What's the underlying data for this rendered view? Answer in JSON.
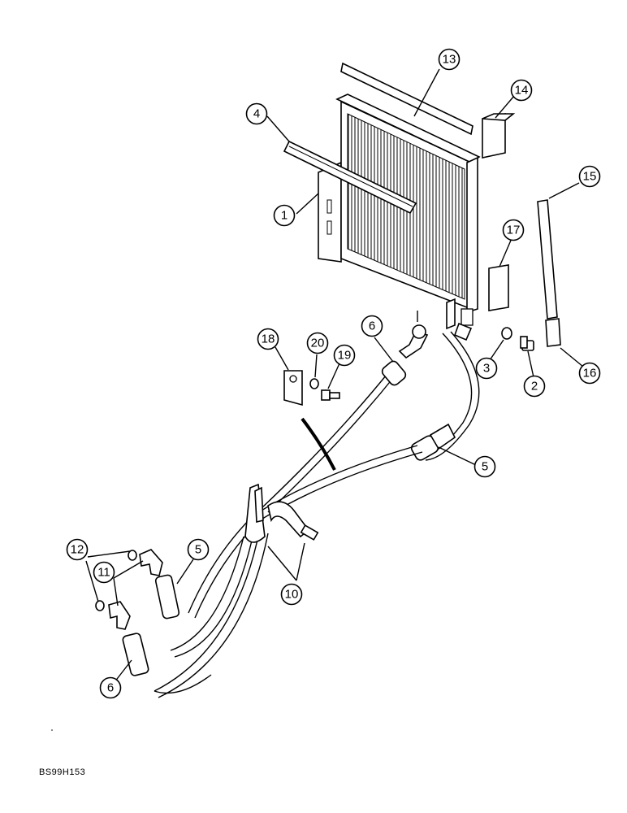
{
  "figure_code": "BS99H153",
  "callouts": [
    {
      "id": "c13",
      "label": "13",
      "part": "top-seal-strip"
    },
    {
      "id": "c14",
      "label": "14",
      "part": "foam-block"
    },
    {
      "id": "c4",
      "label": "4",
      "part": "side-seal-strip"
    },
    {
      "id": "c1",
      "label": "1",
      "part": "oil-cooler-core"
    },
    {
      "id": "c15",
      "label": "15",
      "part": "vertical-seal-strip"
    },
    {
      "id": "c17",
      "label": "17",
      "part": "foam-pad"
    },
    {
      "id": "c16",
      "label": "16",
      "part": "lower-seal-strip"
    },
    {
      "id": "c18",
      "label": "18",
      "part": "hose-clamp-bracket"
    },
    {
      "id": "c20",
      "label": "20",
      "part": "lock-washer"
    },
    {
      "id": "c19",
      "label": "19",
      "part": "bolt"
    },
    {
      "id": "c6a",
      "label": "6",
      "part": "upper-hose"
    },
    {
      "id": "c3",
      "label": "3",
      "part": "nut"
    },
    {
      "id": "c2",
      "label": "2",
      "part": "cap-screw"
    },
    {
      "id": "c5a",
      "label": "5",
      "part": "hose-fitting"
    },
    {
      "id": "c12",
      "label": "12",
      "part": "o-rings"
    },
    {
      "id": "c11",
      "label": "11",
      "part": "elbow-fittings"
    },
    {
      "id": "c5b",
      "label": "5",
      "part": "lower-hose"
    },
    {
      "id": "c10",
      "label": "10",
      "part": "hose-clamps"
    },
    {
      "id": "c6b",
      "label": "6",
      "part": "lower-hose-end"
    }
  ]
}
